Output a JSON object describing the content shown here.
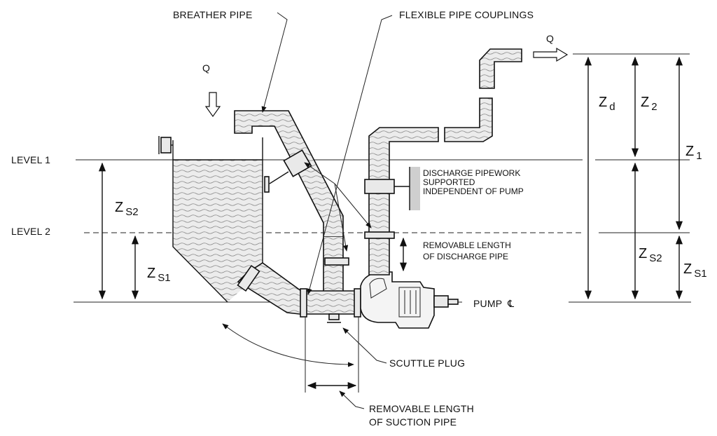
{
  "labels": {
    "breather_pipe": "BREATHER PIPE",
    "flexible_pipe_couplings": "FLEXIBLE PIPE COUPLINGS",
    "q_in": "Q",
    "q_out": "Q",
    "level_1": "LEVEL 1",
    "level_2": "LEVEL 2",
    "discharge_support": [
      "DISCHARGE PIPEWORK",
      "SUPPORTED",
      "INDEPENDENT OF PUMP"
    ],
    "removable_discharge": [
      "REMOVABLE LENGTH",
      "OF DISCHARGE PIPE"
    ],
    "pump_centerline": "PUMP",
    "centerline_symbol": "℄",
    "scuttle_plug": "SCUTTLE PLUG",
    "removable_suction": [
      "REMOVABLE LENGTH",
      "OF SUCTION PIPE"
    ]
  },
  "dimensions": {
    "zs2_left": {
      "main": "Z",
      "sub": "S2"
    },
    "zs1_left": {
      "main": "Z",
      "sub": "S1"
    },
    "zd": {
      "main": "Z",
      "sub": "d"
    },
    "z2": {
      "main": "Z",
      "sub": "2"
    },
    "z1": {
      "main": "Z",
      "sub": "1"
    },
    "zs2_right": {
      "main": "Z",
      "sub": "S2"
    },
    "zs1_right": {
      "main": "Z",
      "sub": "S1"
    }
  }
}
